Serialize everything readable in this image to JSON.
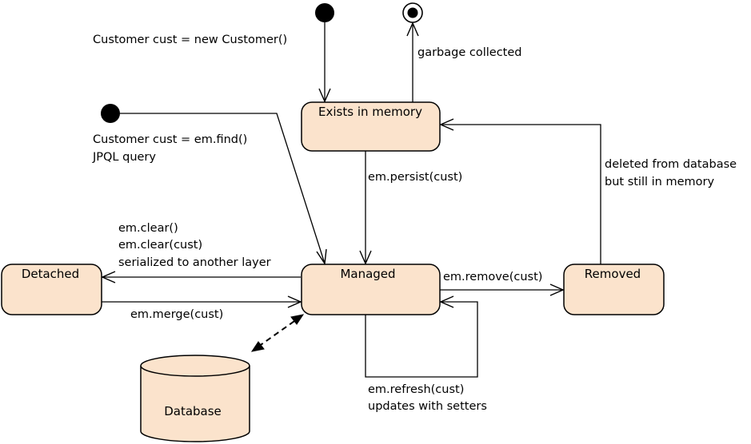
{
  "colors": {
    "state_fill": "#fbe3cc",
    "stroke": "#000000",
    "text": "#000000",
    "background": "#ffffff"
  },
  "states": {
    "exists_in_memory": "Exists in memory",
    "managed": "Managed",
    "detached": "Detached",
    "removed": "Removed",
    "database": "Database"
  },
  "transitions": {
    "new_customer": "Customer cust = new Customer()",
    "garbage_collected": "garbage collected",
    "find_line1": "Customer cust = em.find()",
    "find_line2": "JPQL query",
    "persist": "em.persist(cust)",
    "deleted_line1": "deleted from database",
    "deleted_line2": "but still in memory",
    "clear_line1": "em.clear()",
    "clear_line2": "em.clear(cust)",
    "clear_line3": "serialized to another layer",
    "merge": "em.merge(cust)",
    "remove": "em.remove(cust)",
    "refresh_line1": "em.refresh(cust)",
    "refresh_line2": "updates with setters"
  }
}
